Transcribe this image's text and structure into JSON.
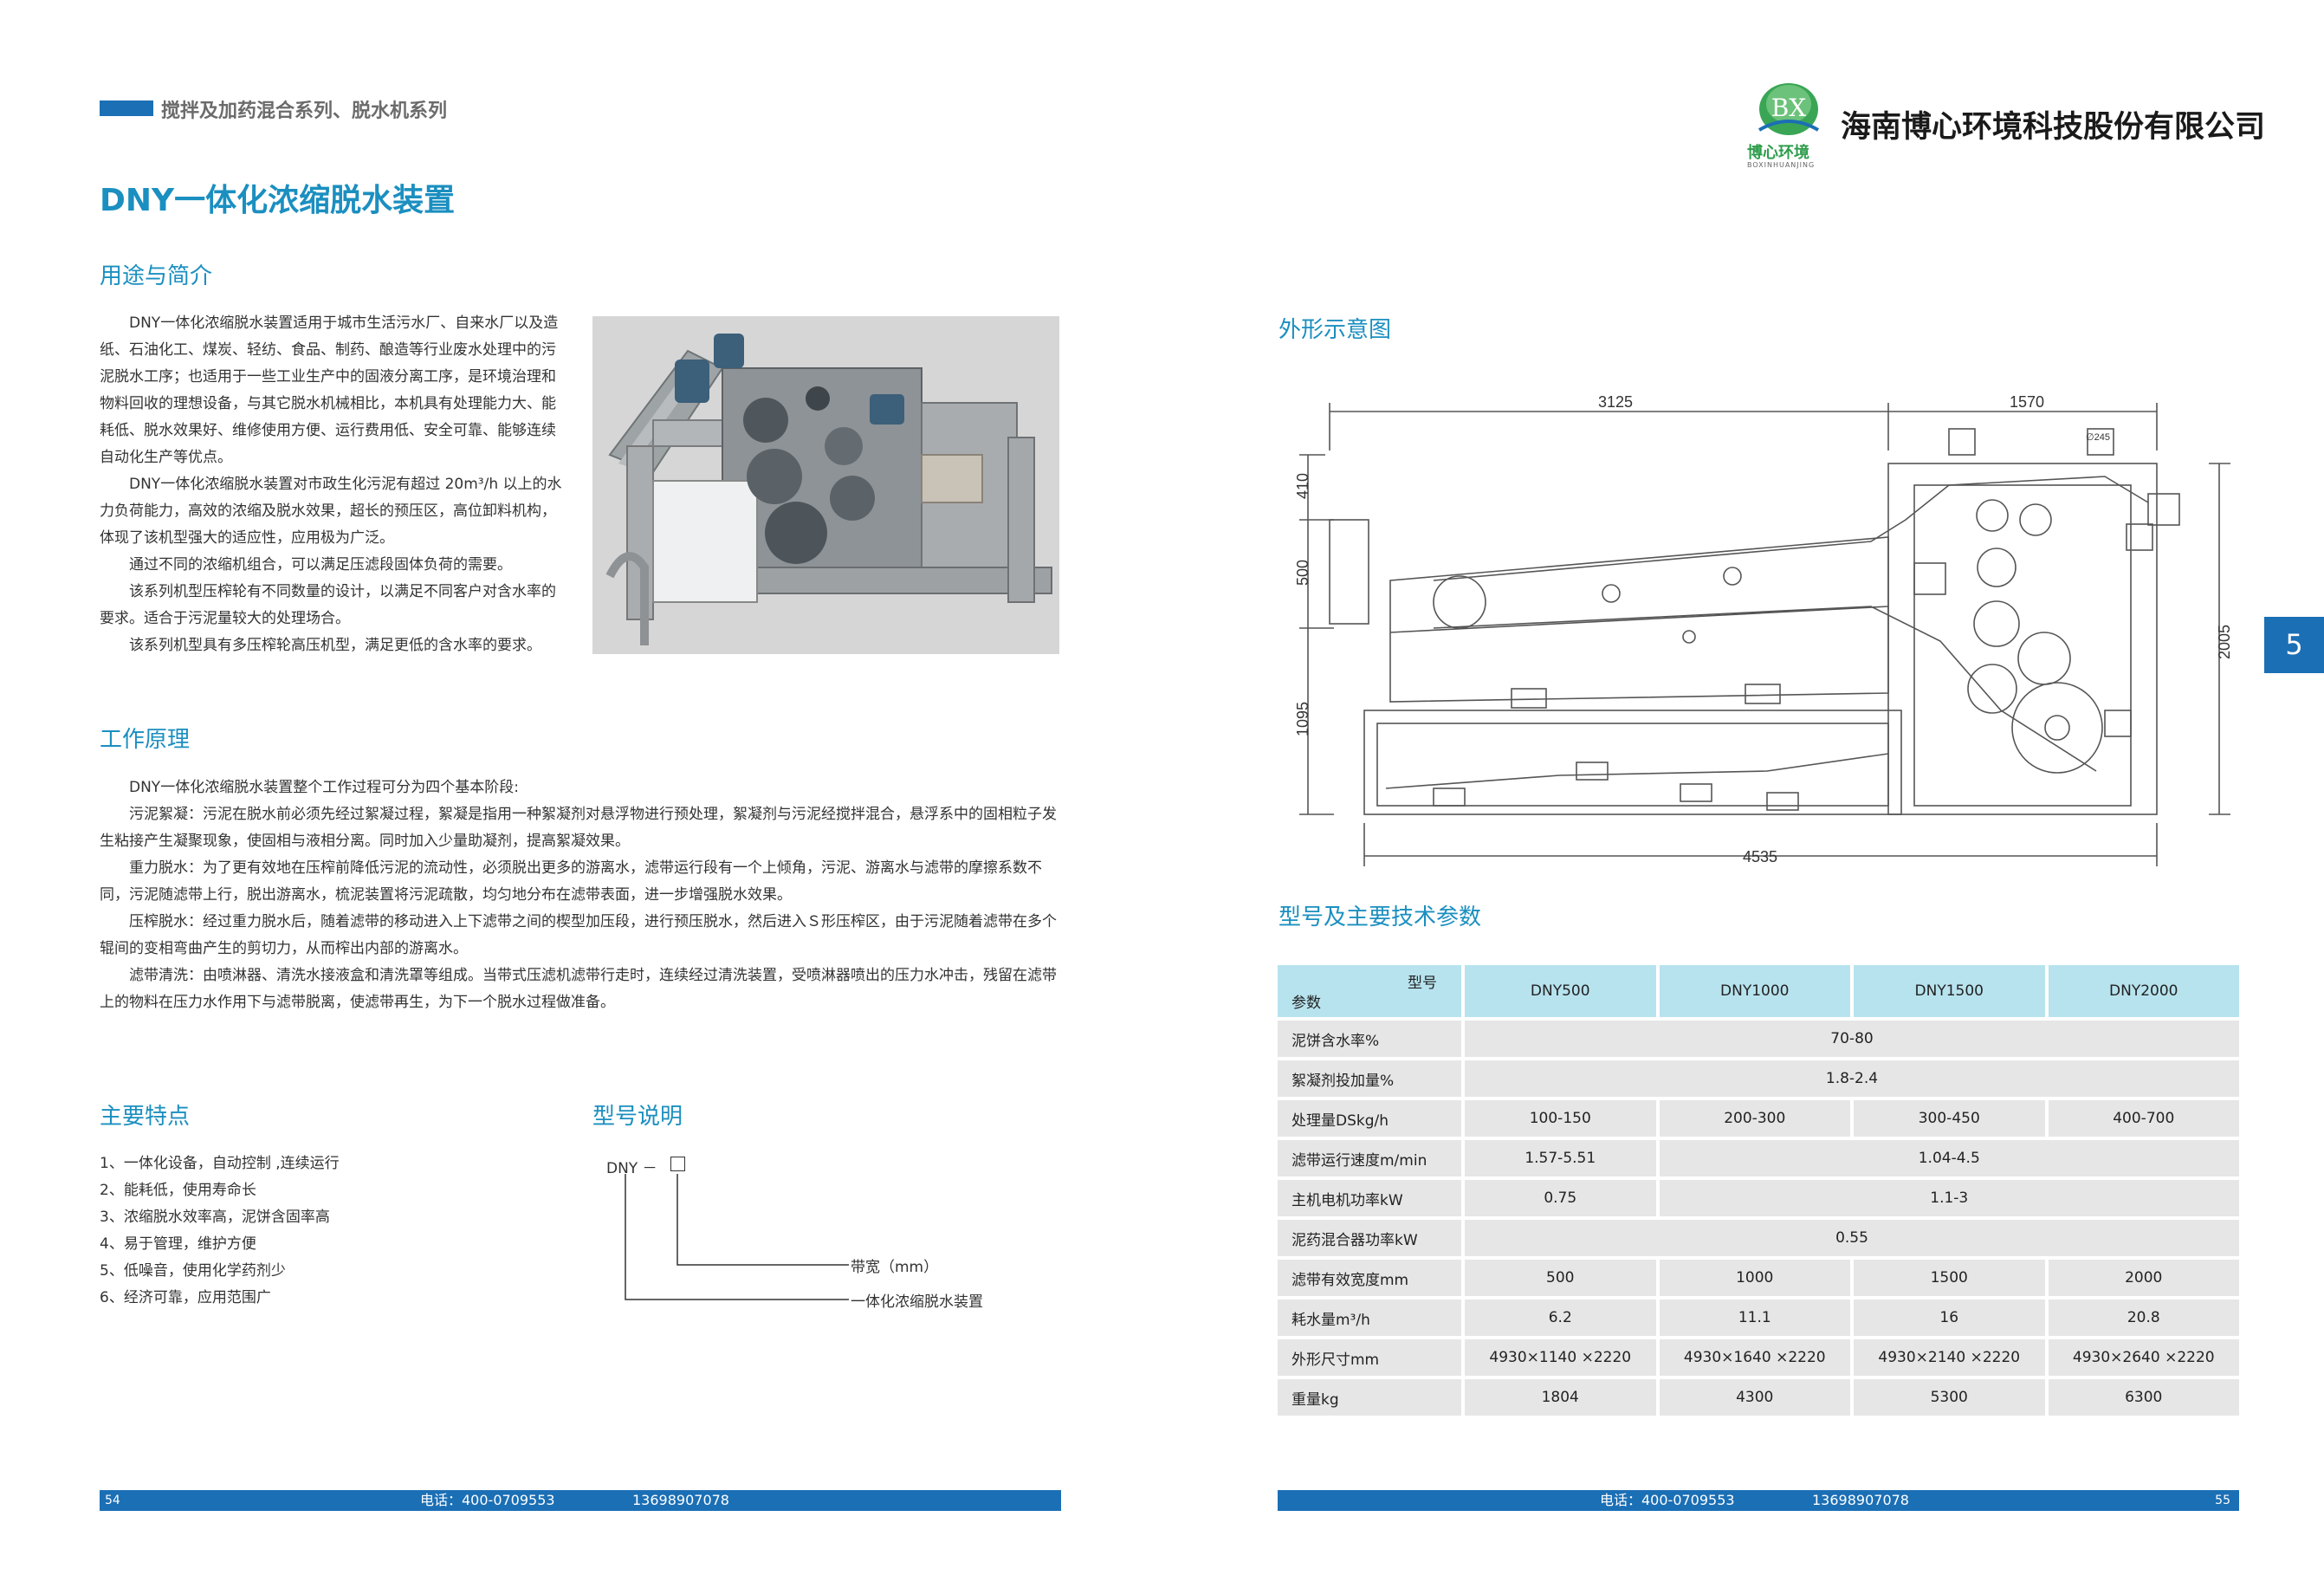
{
  "header": {
    "series": "搅拌及加药混合系列、脱水机系列",
    "title": "DNY一体化浓缩脱水装置"
  },
  "brand": {
    "logo_mark": "BX",
    "logo_cn": "博心环境",
    "logo_en": "BOXINHUANJING",
    "company": "海南博心环境科技股份有限公司",
    "side_tab": "5"
  },
  "intro": {
    "title": "用途与简介",
    "paragraphs": [
      "DNY一体化浓缩脱水装置适用于城市生活污水厂、自来水厂以及造纸、石油化工、煤炭、轻纺、食品、制药、酿造等行业废水处理中的污泥脱水工序；也适用于一些工业生产中的固液分离工序，是环境治理和物料回收的理想设备，与其它脱水机械相比，本机具有处理能力大、能耗低、脱水效果好、维修使用方便、运行费用低、安全可靠、能够连续自动化生产等优点。",
      "DNY一体化浓缩脱水装置对市政生化污泥有超过 20m³/h 以上的水力负荷能力，高效的浓缩及脱水效果，超长的预压区，高位卸料机构，体现了该机型强大的适应性，应用极为广泛。",
      "通过不同的浓缩机组合，可以满足压滤段固体负荷的需要。",
      "该系列机型压榨轮有不同数量的设计，以满足不同客户对含水率的要求。适合于污泥量较大的处理场合。",
      "该系列机型具有多压榨轮高压机型，满足更低的含水率的要求。"
    ]
  },
  "principle": {
    "title": "工作原理",
    "paragraphs": [
      "DNY一体化浓缩脱水装置整个工作过程可分为四个基本阶段:",
      "污泥絮凝：污泥在脱水前必须先经过絮凝过程，絮凝是指用一种絮凝剂对悬浮物进行预处理，絮凝剂与污泥经搅拌混合，悬浮系中的固相粒子发生粘接产生凝聚现象，使固相与液相分离。同时加入少量助凝剂，提高絮凝效果。",
      "重力脱水：为了更有效地在压榨前降低污泥的流动性，必须脱出更多的游离水，滤带运行段有一个上倾角，污泥、游离水与滤带的摩擦系数不同，污泥随滤带上行，脱出游离水，梳泥装置将污泥疏散，均匀地分布在滤带表面，进一步增强脱水效果。",
      "压榨脱水：经过重力脱水后，随着滤带的移动进入上下滤带之间的楔型加压段，进行预压脱水，然后进入Ｓ形压榨区，由于污泥随着滤带在多个辊间的变相弯曲产生的剪切力，从而榨出内部的游离水。",
      "滤带清洗：由喷淋器、清洗水接液盒和清洗罩等组成。当带式压滤机滤带行走时，连续经过清洗装置，受喷淋器喷出的压力水冲击，残留在滤带上的物料在压力水作用下与滤带脱离，使滤带再生，为下一个脱水过程做准备。"
    ]
  },
  "features": {
    "title": "主要特点",
    "items": [
      "1、一体化设备，自动控制 ,连续运行",
      "2、能耗低，使用寿命长",
      "3、浓缩脱水效率高，泥饼含固率高",
      "4、易于管理，维护方便",
      "5、低噪音，使用化学药剂少",
      "6、经济可靠，应用范围广"
    ]
  },
  "model_desc": {
    "title": "型号说明",
    "code": "DNY －",
    "line1": "带宽（mm）",
    "line2": "一体化浓缩脱水装置"
  },
  "diagram": {
    "title": "外形示意图",
    "dims": {
      "d3125": "3125",
      "d1570": "1570",
      "d4535": "4535",
      "d410": "410",
      "d500": "500",
      "d1095": "1095",
      "d2005": "2005",
      "d245": "∅245"
    }
  },
  "specs": {
    "title": "型号及主要技术参数",
    "header_model": "型号",
    "header_param": "参数",
    "models": [
      "DNY500",
      "DNY1000",
      "DNY1500",
      "DNY2000"
    ],
    "rows": [
      {
        "label": "泥饼含水率%",
        "cells": [
          "70-80"
        ],
        "spans": [
          4
        ]
      },
      {
        "label": "絮凝剂投加量%",
        "cells": [
          "1.8-2.4"
        ],
        "spans": [
          4
        ]
      },
      {
        "label": "处理量DSkg/h",
        "cells": [
          "100-150",
          "200-300",
          "300-450",
          "400-700"
        ],
        "spans": [
          1,
          1,
          1,
          1
        ]
      },
      {
        "label": "滤带运行速度m/min",
        "cells": [
          "1.57-5.51",
          "1.04-4.5"
        ],
        "spans": [
          1,
          3
        ]
      },
      {
        "label": "主机电机功率kW",
        "cells": [
          "0.75",
          "1.1-3"
        ],
        "spans": [
          1,
          3
        ]
      },
      {
        "label": "泥药混合器功率kW",
        "cells": [
          "0.55"
        ],
        "spans": [
          4
        ]
      },
      {
        "label": "滤带有效宽度mm",
        "cells": [
          "500",
          "1000",
          "1500",
          "2000"
        ],
        "spans": [
          1,
          1,
          1,
          1
        ]
      },
      {
        "label": "耗水量m³/h",
        "cells": [
          "6.2",
          "11.1",
          "16",
          "20.8"
        ],
        "spans": [
          1,
          1,
          1,
          1
        ]
      },
      {
        "label": "外形尺寸mm",
        "cells": [
          "4930×1140 ×2220",
          "4930×1640 ×2220",
          "4930×2140 ×2220",
          "4930×2640 ×2220"
        ],
        "spans": [
          1,
          1,
          1,
          1
        ]
      },
      {
        "label": "重量kg",
        "cells": [
          "1804",
          "4300",
          "5300",
          "6300"
        ],
        "spans": [
          1,
          1,
          1,
          1
        ]
      }
    ]
  },
  "footer": {
    "left_page": "54",
    "right_page": "55",
    "phone": "电话：400-0709553",
    "mobile": "13698907078"
  },
  "colors": {
    "accent": "#1b8fc0",
    "bar": "#1b6fb5",
    "table_head": "#b7e3ee",
    "table_cell": "#e6e6e6",
    "logo_green": "#2e9d4b"
  }
}
